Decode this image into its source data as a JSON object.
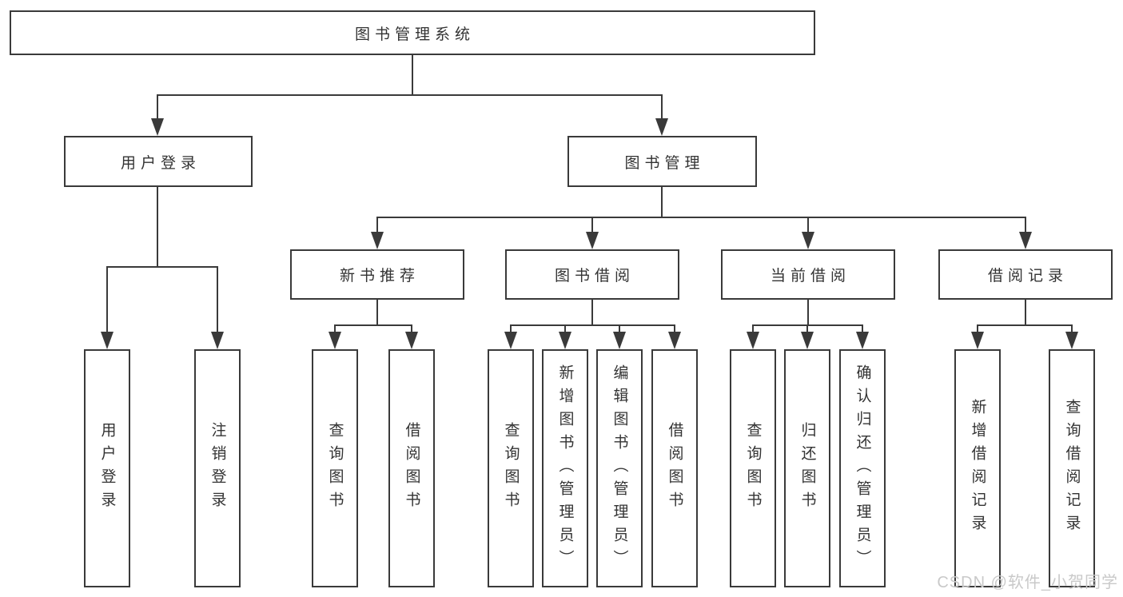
{
  "diagram": {
    "root": {
      "label": "图书管理系统"
    },
    "branches": [
      {
        "label": "用户登录",
        "children": [
          {
            "label": "用户登录"
          },
          {
            "label": "注销登录"
          }
        ]
      },
      {
        "label": "图书管理",
        "children": [
          {
            "label": "新书推荐",
            "children": [
              {
                "label": "查询图书"
              },
              {
                "label": "借阅图书"
              }
            ]
          },
          {
            "label": "图书借阅",
            "children": [
              {
                "label": "查询图书"
              },
              {
                "label": "新增图书（管理员）"
              },
              {
                "label": "编辑图书（管理员）"
              },
              {
                "label": "借阅图书"
              }
            ]
          },
          {
            "label": "当前借阅",
            "children": [
              {
                "label": "查询图书"
              },
              {
                "label": "归还图书"
              },
              {
                "label": "确认归还（管理员）"
              }
            ]
          },
          {
            "label": "借阅记录",
            "children": [
              {
                "label": "新增借阅记录"
              },
              {
                "label": "查询借阅记录"
              }
            ]
          }
        ]
      }
    ]
  },
  "watermark": {
    "text": "CSDN @软件_小贺同学"
  },
  "colors": {
    "line": "#3a3a3a",
    "border": "#3a3a3a",
    "text": "#333333",
    "watermark": "#c9c9c9",
    "bg": "#ffffff"
  }
}
